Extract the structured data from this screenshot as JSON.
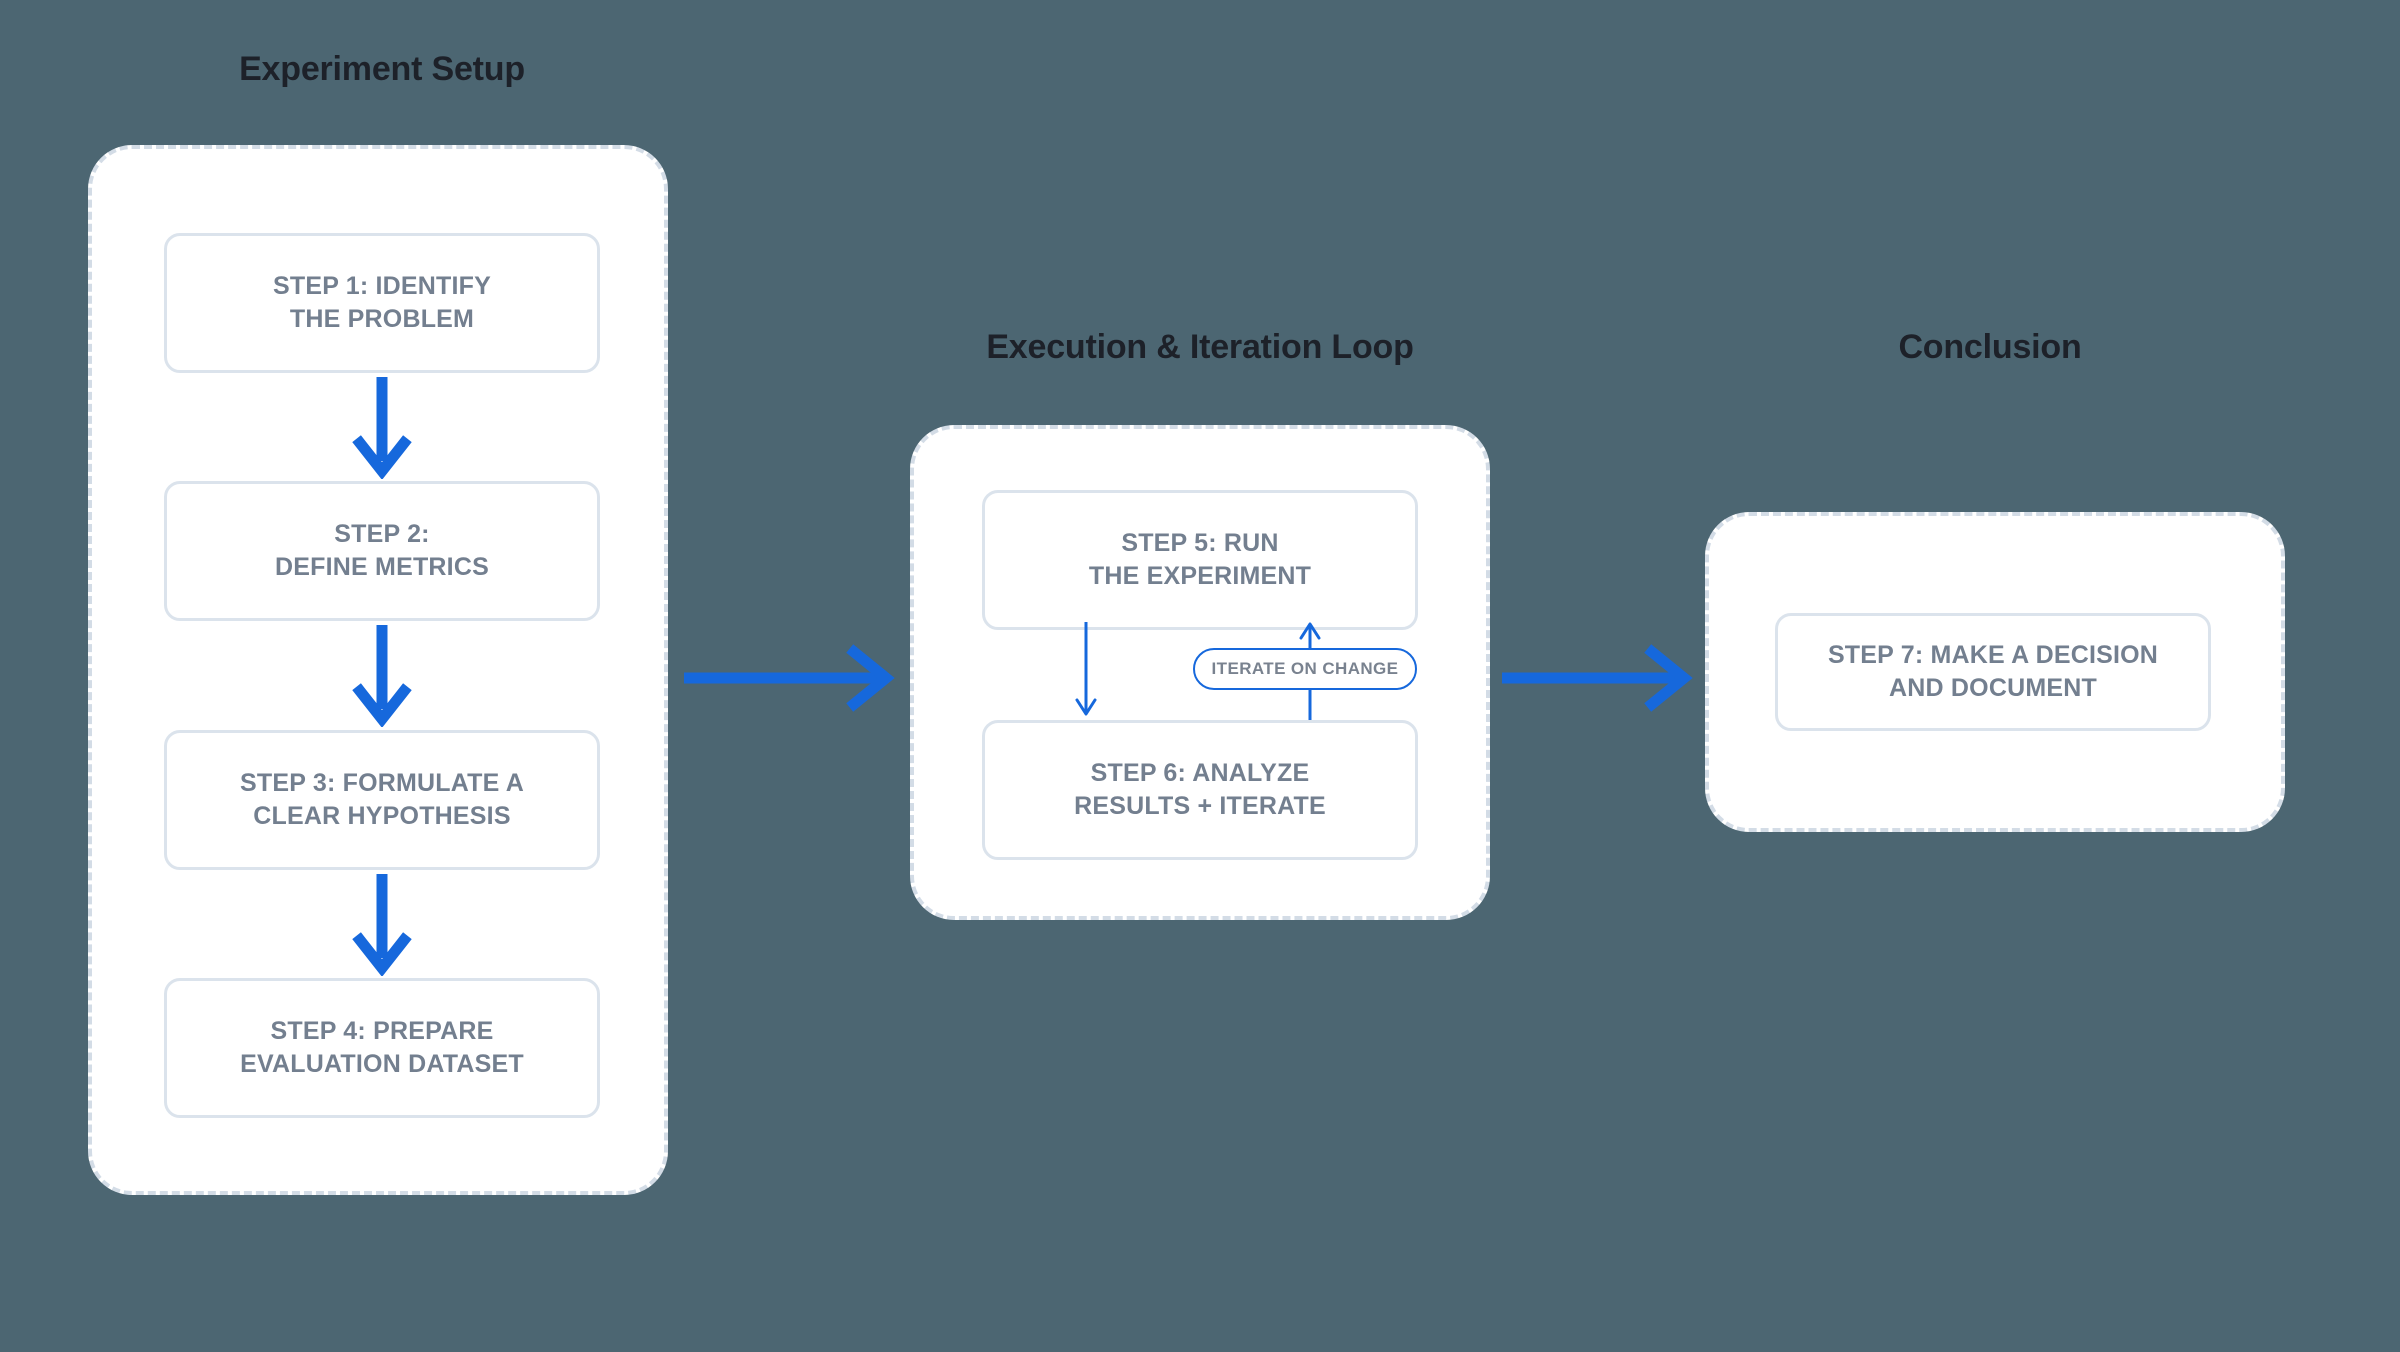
{
  "theme": {
    "background": "#4c6672",
    "card_background": "#ffffff",
    "group_border": "#d3dce6",
    "box_border": "#dbe3ec",
    "step_text": "#737f8f",
    "heading_text": "#1d2129",
    "accent_blue": "#1668dc"
  },
  "groups": [
    {
      "id": "setup",
      "title": "Experiment Setup"
    },
    {
      "id": "loop",
      "title": "Execution & Iteration Loop"
    },
    {
      "id": "conclusion",
      "title": "Conclusion"
    }
  ],
  "steps": [
    {
      "id": "step-1",
      "line1": "STEP 1: IDENTIFY",
      "line2": "THE PROBLEM"
    },
    {
      "id": "step-2",
      "line1": "STEP 2:",
      "line2": "DEFINE METRICS"
    },
    {
      "id": "step-3",
      "line1": "STEP 3: FORMULATE A",
      "line2": "CLEAR HYPOTHESIS"
    },
    {
      "id": "step-4",
      "line1": "STEP 4: PREPARE",
      "line2": "EVALUATION DATASET"
    },
    {
      "id": "step-5",
      "line1": "STEP 5: RUN",
      "line2": "THE EXPERIMENT"
    },
    {
      "id": "step-6",
      "line1": "STEP 6: ANALYZE",
      "line2": "RESULTS + ITERATE"
    },
    {
      "id": "step-7",
      "line1": "STEP 7: MAKE A DECISION",
      "line2": "AND DOCUMENT"
    }
  ],
  "loop": {
    "pill_label": "ITERATE ON CHANGE"
  }
}
